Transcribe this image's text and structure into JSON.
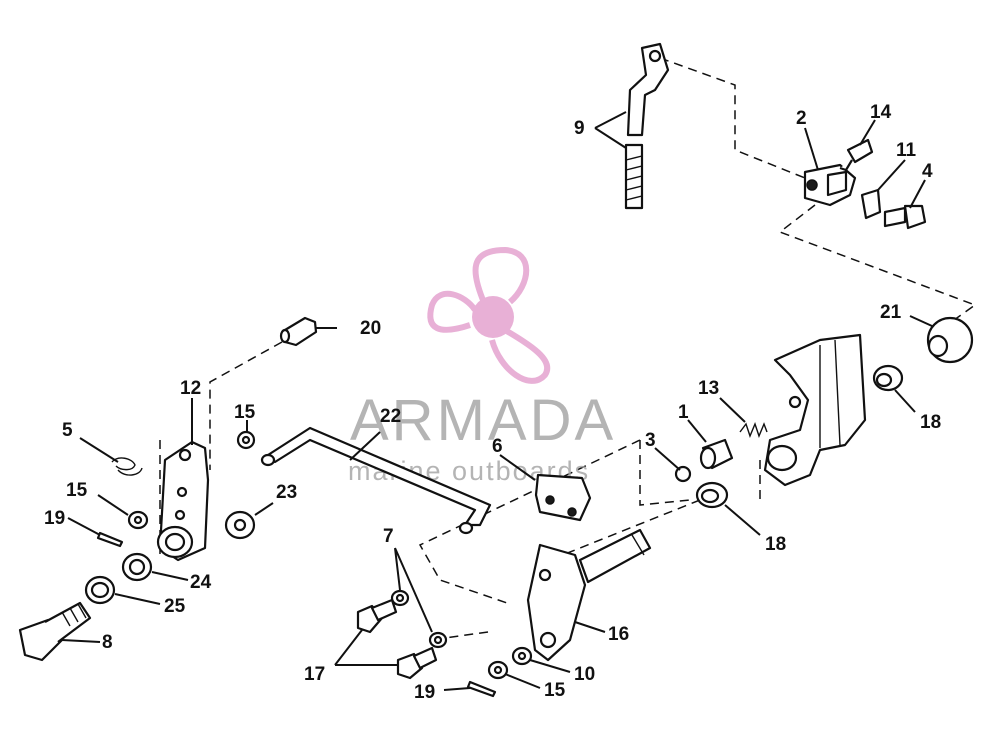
{
  "watermark": {
    "brand": "ARMADA",
    "tagline": "marine outboards",
    "logo_color": "#e6a8d2",
    "logo_icon": "propeller-icon"
  },
  "callouts": {
    "c1": "1",
    "c2": "2",
    "c3": "3",
    "c4": "4",
    "c5": "5",
    "c6": "6",
    "c7": "7",
    "c8": "8",
    "c9": "9",
    "c10": "10",
    "c11": "11",
    "c12": "12",
    "c13": "13",
    "c14": "14",
    "c15a": "15",
    "c15b": "15",
    "c15c": "15",
    "c16": "16",
    "c17": "17",
    "c18a": "18",
    "c18b": "18",
    "c19a": "19",
    "c19b": "19",
    "c20": "20",
    "c21": "21",
    "c22": "22",
    "c23": "23",
    "c24": "24",
    "c25": "25"
  }
}
